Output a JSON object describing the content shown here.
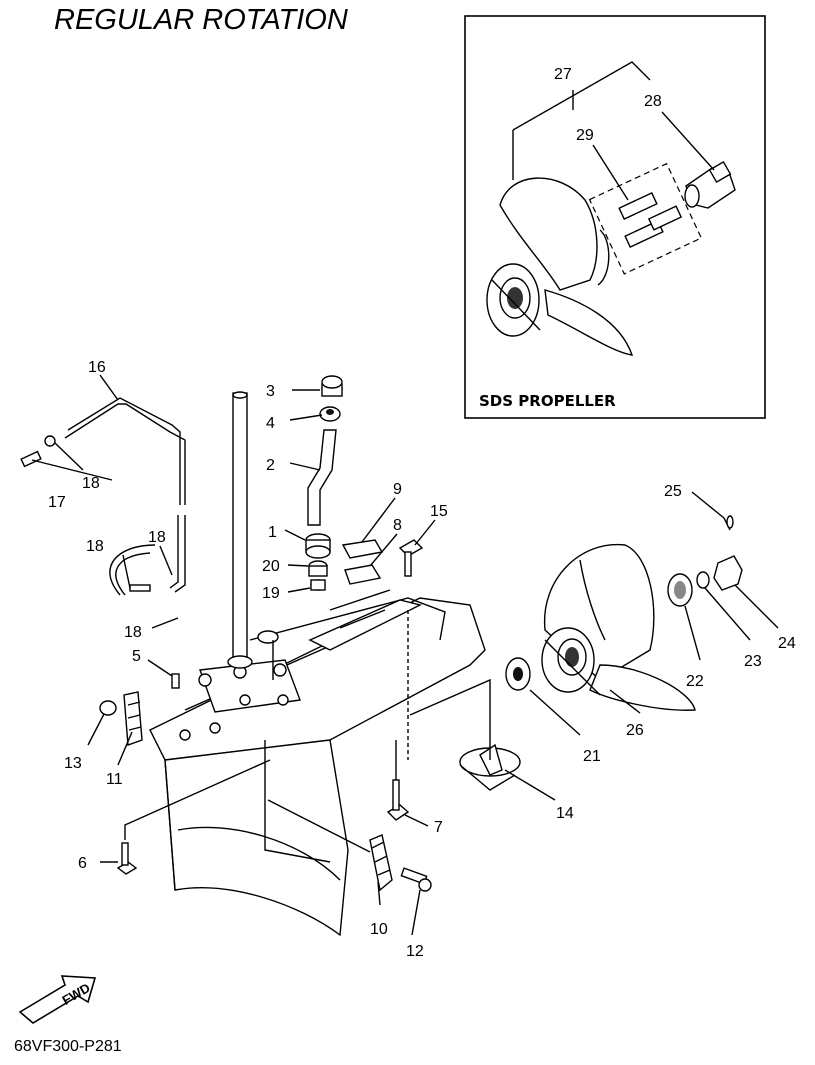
{
  "title": "REGULAR ROTATION",
  "drawing_code": "68VF300-P281",
  "inset": {
    "label": "SDS PROPELLER"
  },
  "fwd_label": "FWD",
  "callouts": [
    "1",
    "2",
    "3",
    "4",
    "5",
    "6",
    "7",
    "8",
    "9",
    "10",
    "11",
    "12",
    "13",
    "14",
    "15",
    "16",
    "17",
    "18",
    "19",
    "20",
    "21",
    "22",
    "23",
    "24",
    "25",
    "26",
    "27",
    "28",
    "29"
  ]
}
